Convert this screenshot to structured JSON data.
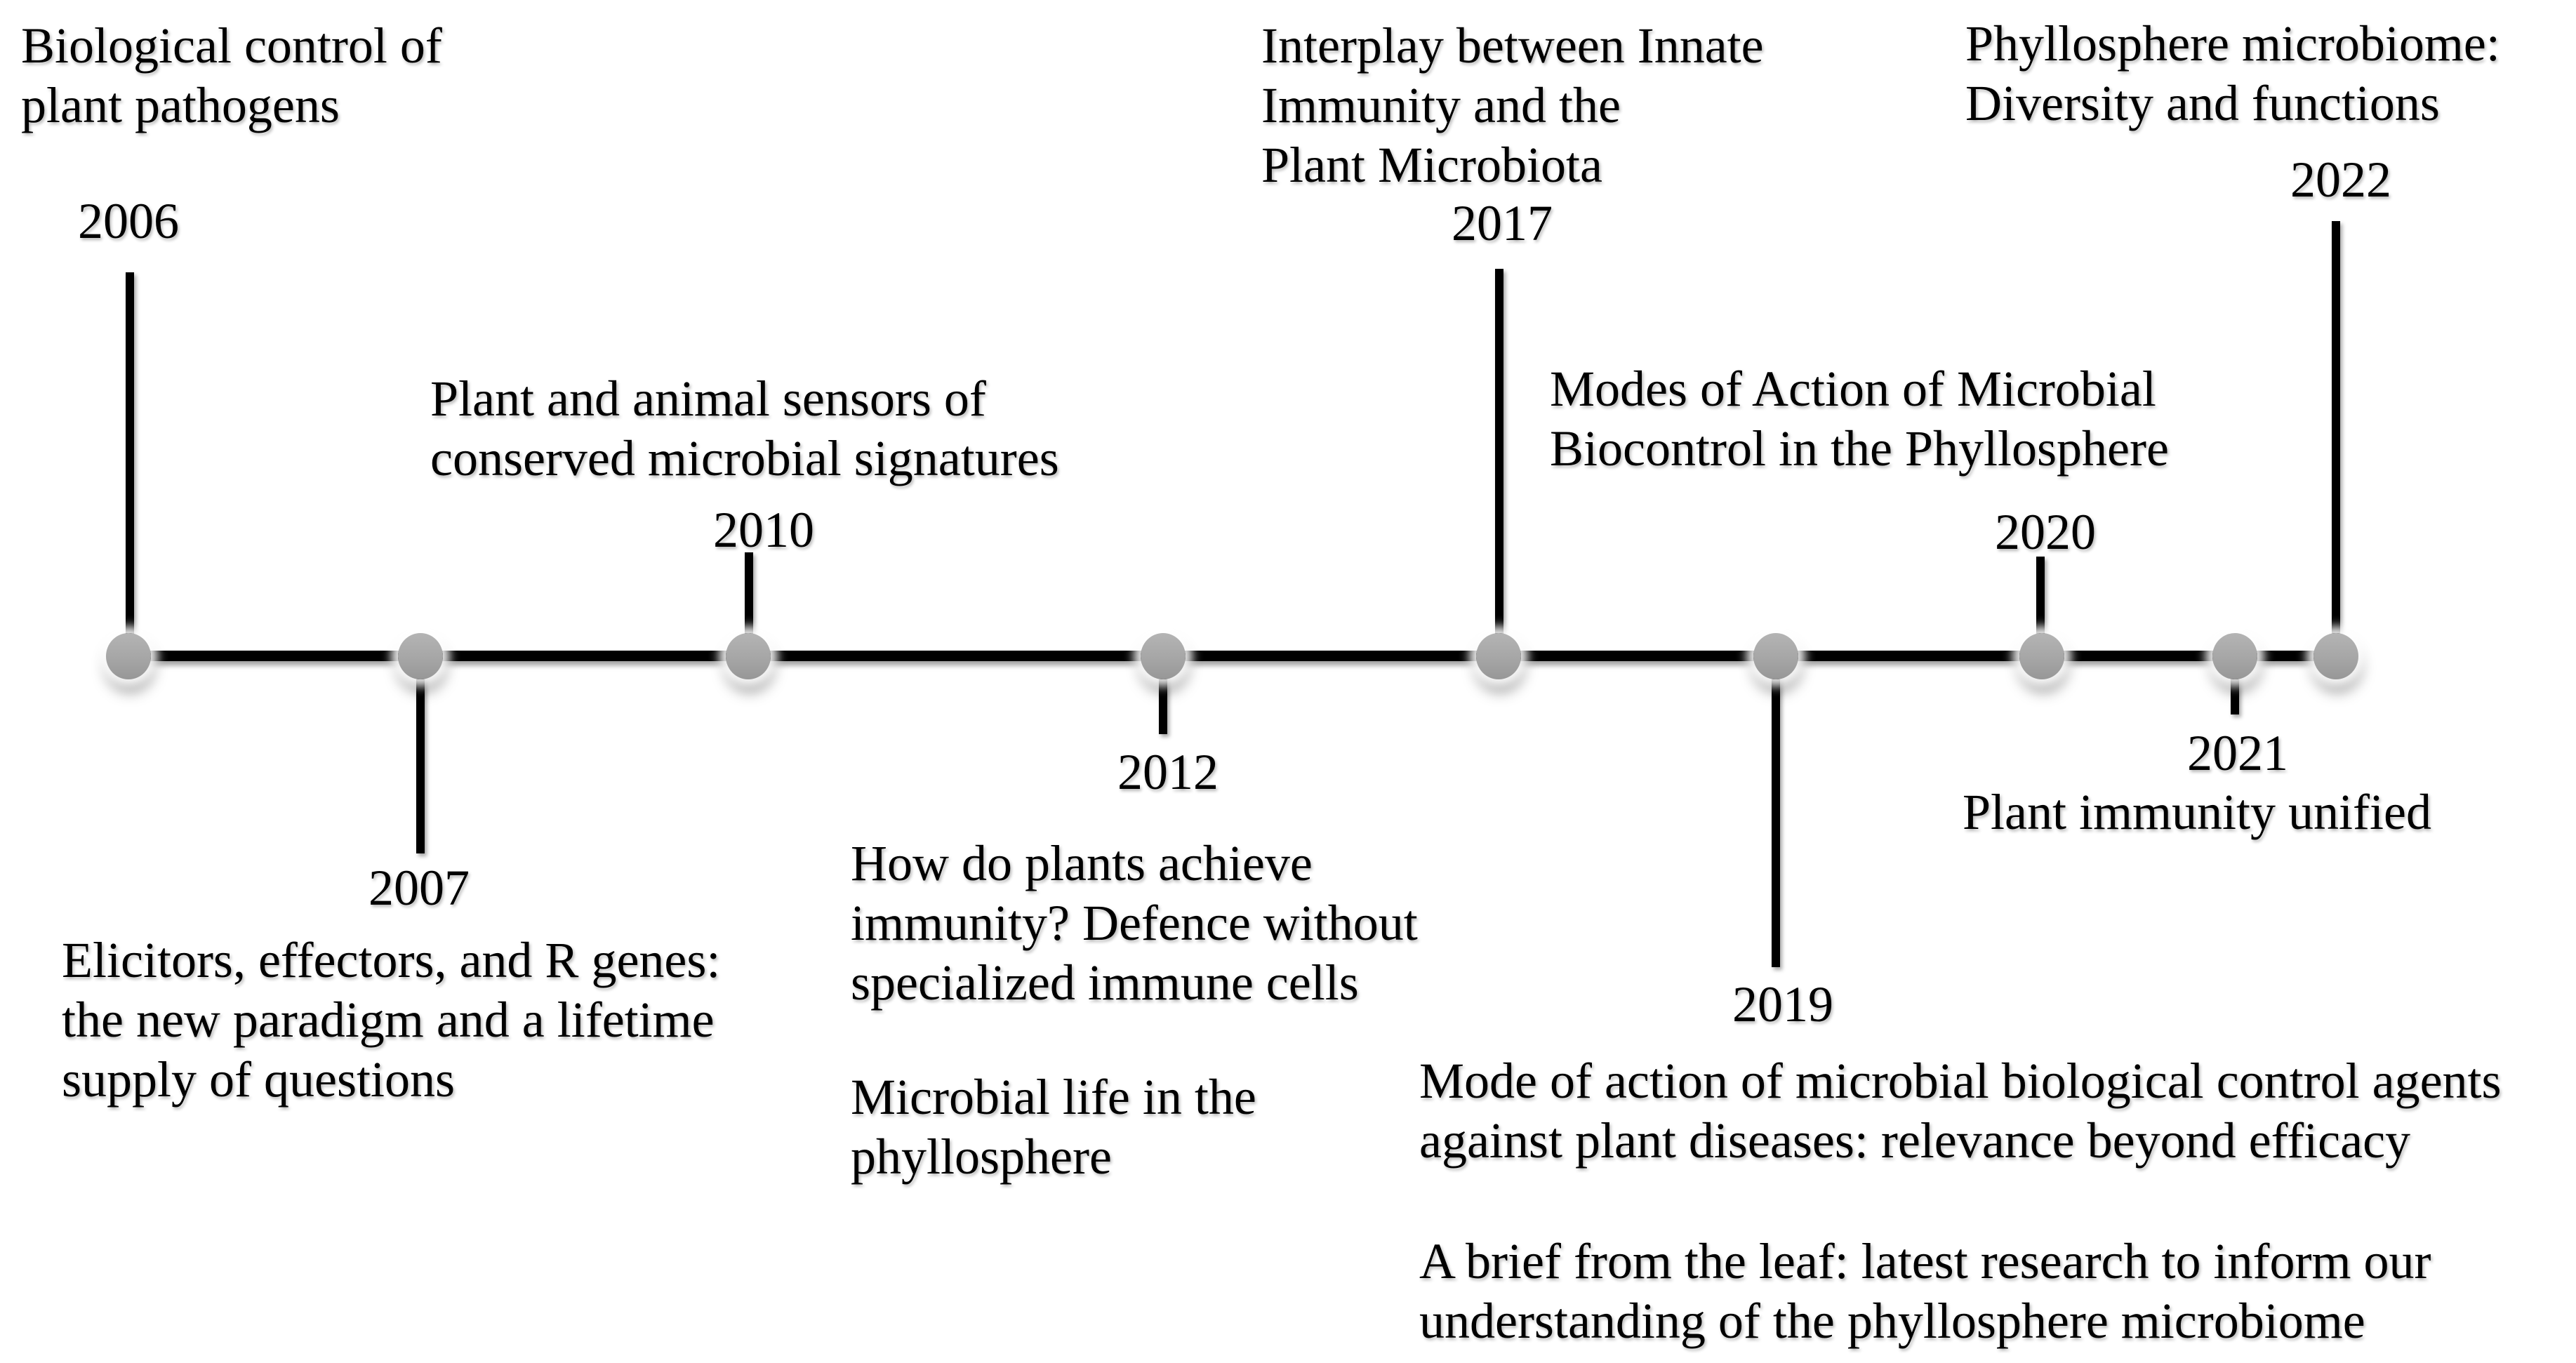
{
  "colors": {
    "background": "#ffffff",
    "axis": "#000000",
    "dot_fill": "#a6a6a6",
    "text": "#000000"
  },
  "events": [
    {
      "year": "2006",
      "label_side": "above",
      "title": "Biological control of\nplant pathogens"
    },
    {
      "year": "2007",
      "label_side": "below",
      "title": "Elicitors, effectors, and R genes:\nthe new paradigm and a lifetime\nsupply of questions"
    },
    {
      "year": "2010",
      "label_side": "above",
      "title": "Plant and animal sensors of\nconserved microbial signatures"
    },
    {
      "year": "2012",
      "label_side": "below",
      "title": "How do plants achieve\nimmunity? Defence without\nspecialized immune cells",
      "title2": "Microbial life in the\nphyllosphere"
    },
    {
      "year": "2017",
      "label_side": "above",
      "title": "Interplay between Innate\nImmunity and the\nPlant Microbiota"
    },
    {
      "year": "2019",
      "label_side": "below",
      "title": "Mode of action of microbial biological control agents\nagainst plant diseases: relevance beyond efficacy",
      "title2": "A brief from the leaf: latest research to inform our\nunderstanding of the phyllosphere microbiome"
    },
    {
      "year": "2020",
      "label_side": "above",
      "title": "Modes of Action of Microbial\nBiocontrol in the Phyllosphere"
    },
    {
      "year": "2021",
      "label_side": "below",
      "title": "Plant immunity unified"
    },
    {
      "year": "2022",
      "label_side": "above",
      "title": "Phyllosphere microbiome:\nDiversity and functions"
    }
  ]
}
